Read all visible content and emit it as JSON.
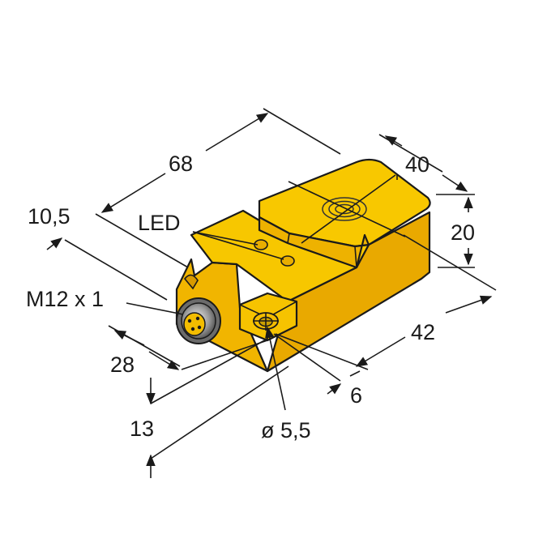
{
  "diagram": {
    "labels": {
      "length": "68",
      "width": "40",
      "height": "20",
      "hole_spacing": "42",
      "led_offset": "10,5",
      "led": "LED",
      "connector": "M12 x 1",
      "depth": "28",
      "hole_inset": "6",
      "hole_diameter": "ø 5,5",
      "mount_height": "13"
    },
    "colors": {
      "housing_top": "#f5c400",
      "housing_front": "#f0b800",
      "housing_side": "#e6a800",
      "outline": "#1a1a1a",
      "connector": "#8a8a8a"
    }
  }
}
